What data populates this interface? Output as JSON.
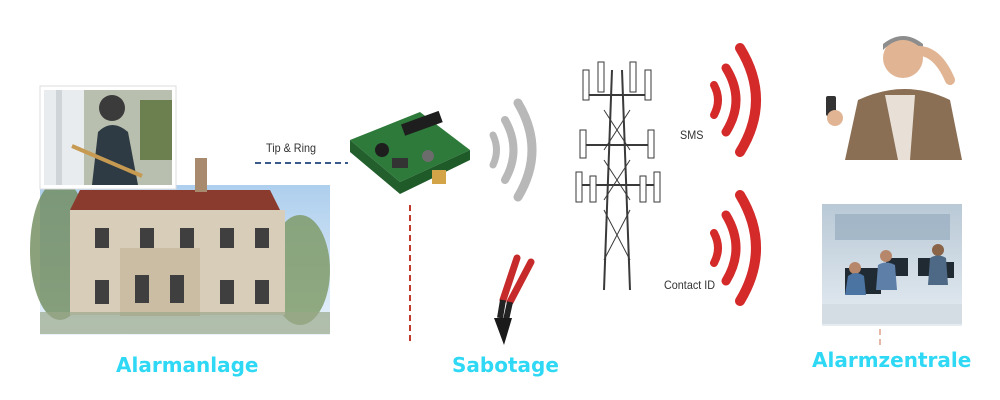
{
  "labels": {
    "tip_ring": "Tip & Ring",
    "sms": "SMS",
    "contact_id": "Contact ID"
  },
  "captions": {
    "alarmanlage": "Alarmanlage",
    "sabotage": "Sabotage",
    "alarmzentrale": "Alarmzentrale"
  },
  "colors": {
    "caption": "#2fd8f4",
    "phone_line": "#3a5a8c",
    "sabotage_line": "#c0392b",
    "signal_grey": "#b8b8b8",
    "signal_red": "#d42a2a"
  },
  "icons": [
    "burglar-photo",
    "mansion-illustration",
    "circuit-board",
    "wireless-waves-icon",
    "bolt-cutter-icon",
    "cell-tower",
    "man-with-phone",
    "control-room"
  ]
}
